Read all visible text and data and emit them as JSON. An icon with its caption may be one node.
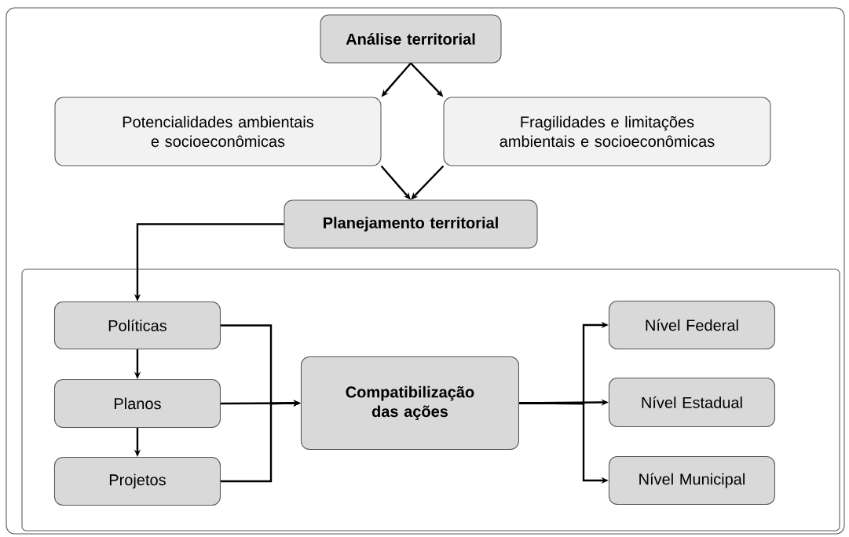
{
  "diagram": {
    "nodes": [
      {
        "text": [
          "Análise territorial"
        ]
      },
      {
        "text": [
          "Potencialidades ambientais e socioeconômicas"
        ]
      },
      {
        "text": [
          "Fragilidades e limitações ambientais e socioeconômicas"
        ]
      },
      {
        "text": [
          "Planejamento territorial"
        ]
      },
      {
        "text": [],
        "shape": "box"
      },
      {
        "text": [
          "Políticas"
        ],
        "in": 4
      },
      {
        "text": [
          "Planos"
        ],
        "in": 4
      },
      {
        "text": [
          "Projetos"
        ],
        "in": 4
      },
      {
        "text": [
          "Compatibilização das ações"
        ],
        "in": 4
      },
      {
        "text": [
          "Nível Federal"
        ],
        "in": 4
      },
      {
        "text": [
          "Nível Estadual"
        ],
        "in": 4
      },
      {
        "text": [
          "Nível Municipal"
        ],
        "in": 4
      }
    ],
    "edges": [
      {
        "from": 0,
        "to": 1,
        "arrow": "to"
      },
      {
        "from": 0,
        "to": 2,
        "arrow": "to"
      },
      {
        "from": 1,
        "to": 3,
        "arrow": "to"
      },
      {
        "from": 2,
        "to": 3,
        "arrow": "to"
      },
      {
        "from": 3,
        "to": 5,
        "arrow": "to"
      },
      {
        "from": 5,
        "to": 6,
        "arrow": "to"
      },
      {
        "from": 6,
        "to": 7,
        "arrow": "to"
      },
      {
        "from": 5,
        "to": 8,
        "arrow": "to"
      },
      {
        "from": 6,
        "to": 8,
        "arrow": "to"
      },
      {
        "from": 7,
        "to": 8,
        "arrow": "to"
      },
      {
        "from": 8,
        "to": 9,
        "arrow": "to"
      },
      {
        "from": 8,
        "to": 10,
        "arrow": "to"
      },
      {
        "from": 8,
        "to": 11,
        "arrow": "to"
      }
    ]
  }
}
